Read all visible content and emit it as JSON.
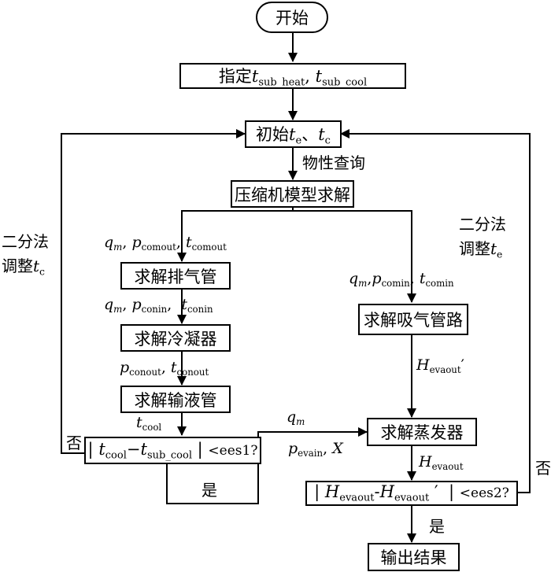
{
  "nodes": {
    "start": "开始",
    "specify_prefix": "指定",
    "sub_heat": "sub_heat",
    "sub_cool": "sub_cool",
    "init_prefix": "初始",
    "sep_dun": "、",
    "e": "e",
    "c": "c",
    "compressor": "压缩机模型求解",
    "discharge": "求解排气管",
    "condenser": "求解冷凝器",
    "liquid": "求解输液管",
    "suction": "求解吸气管路",
    "evaporator": "求解蒸发器",
    "output": "输出结果",
    "cond_check_tail": "<ees1?",
    "evap_check_tail": "<ees2?"
  },
  "labels": {
    "property_query": "物性查询",
    "bisect": "二分法",
    "adjust": "调整",
    "yes": "是",
    "no": "否",
    "q": "q",
    "m": "m",
    "p": "p",
    "t": "t",
    "H": "H",
    "X": "X",
    "comout": "comout",
    "conin": "conin",
    "conout": "conout",
    "comin": "comin",
    "cool": "cool",
    "evain": "evain",
    "evaout": "evaout",
    "prime": "′"
  }
}
